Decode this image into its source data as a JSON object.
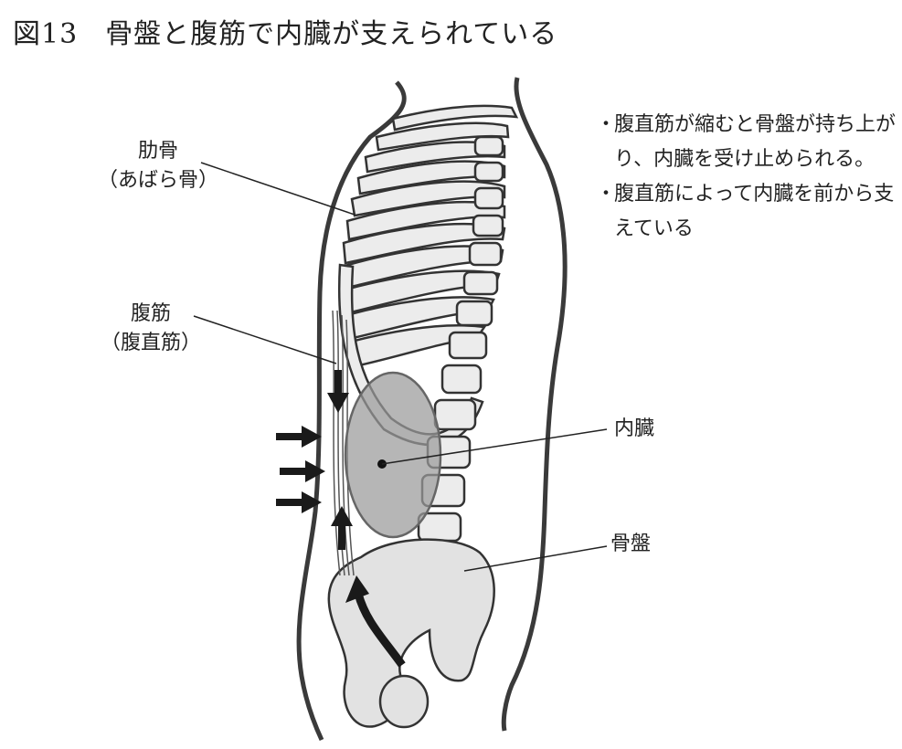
{
  "figure": {
    "number": "図13",
    "title": "骨盤と腹筋で内臓が支えられている"
  },
  "labels": {
    "rib": {
      "name": "肋骨",
      "reading": "（あばら骨）"
    },
    "abdominal": {
      "name": "腹筋",
      "detail": "（腹直筋）"
    },
    "viscera": "内臓",
    "pelvis": "骨盤"
  },
  "notes": [
    {
      "bullet": "・",
      "text": "腹直筋が縮むと骨盤が持ち上がり、内臓を受け止められる。"
    },
    {
      "bullet": "・",
      "text": "腹直筋によって内臓を前から支えている"
    }
  ],
  "colors": {
    "outline": "#3a3a3a",
    "bone": "#e6e6e6",
    "organ": "#9a9a9a",
    "arrow": "#1a1a1a"
  }
}
